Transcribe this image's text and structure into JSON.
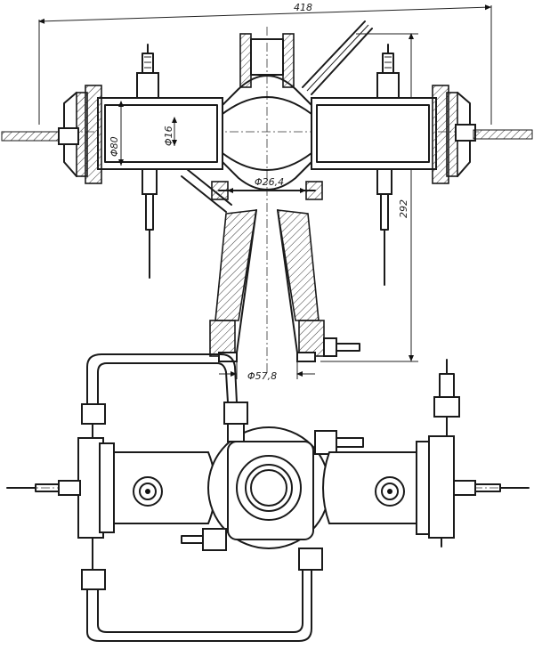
{
  "dimensions": {
    "overall_width": "418",
    "height": "292",
    "chamber_diameter": "Φ80",
    "throat_diameter": "Φ16",
    "nozzle_throat": "Φ26,4",
    "nozzle_exit": "Φ57,8"
  },
  "colors": {
    "line": "#1a1a1a",
    "background": "#ffffff"
  }
}
